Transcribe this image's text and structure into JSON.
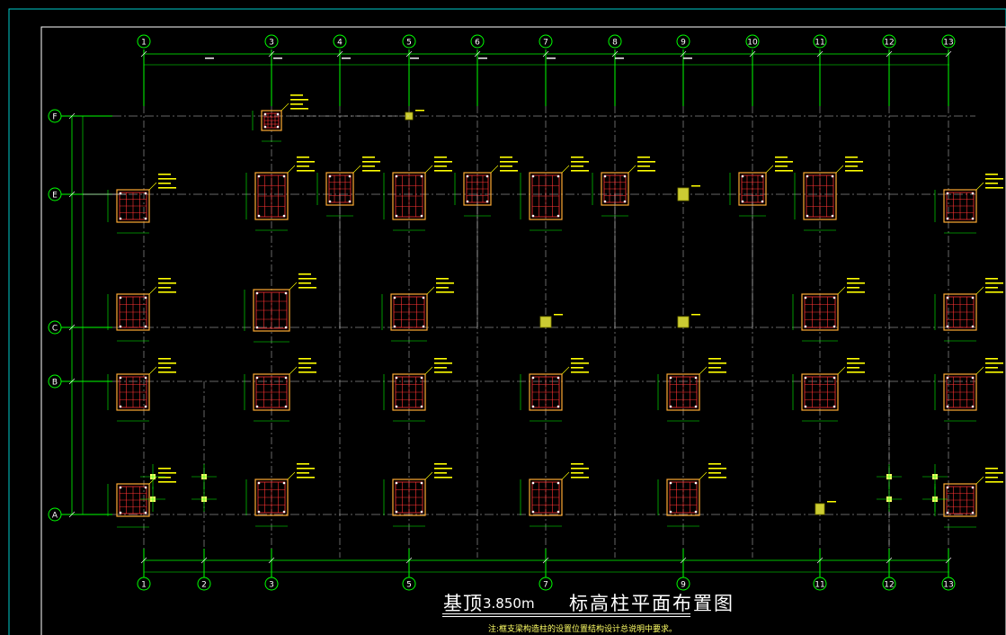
{
  "drawing": {
    "title": {
      "prefix": "基顶",
      "elevation": "3.850m",
      "suffix": "标高柱平面布置图"
    },
    "footnote": "注:框支梁构造柱的设置位置结构设计总说明中要求。",
    "axes_horizontal": [
      "1",
      "3",
      "4",
      "5",
      "6",
      "7",
      "8",
      "9",
      "10",
      "11",
      "12",
      "13"
    ],
    "axes_horizontal_bottom": [
      "1",
      "2",
      "3",
      "5",
      "7",
      "9",
      "11",
      "12",
      "13"
    ],
    "axes_vertical": [
      "F",
      "E",
      "C",
      "B",
      "A"
    ],
    "colors": {
      "background": "#000000",
      "axis_line": "#00ff00",
      "axis_bubble": "#00ff00",
      "dimension": "#00ff00",
      "column_outline": "#ffaa33",
      "rebar": "#ff3333",
      "tag_text": "#ffff00",
      "highlight_column": "#cccc33",
      "frame": "#00cccc",
      "title": "#ffffff"
    }
  }
}
